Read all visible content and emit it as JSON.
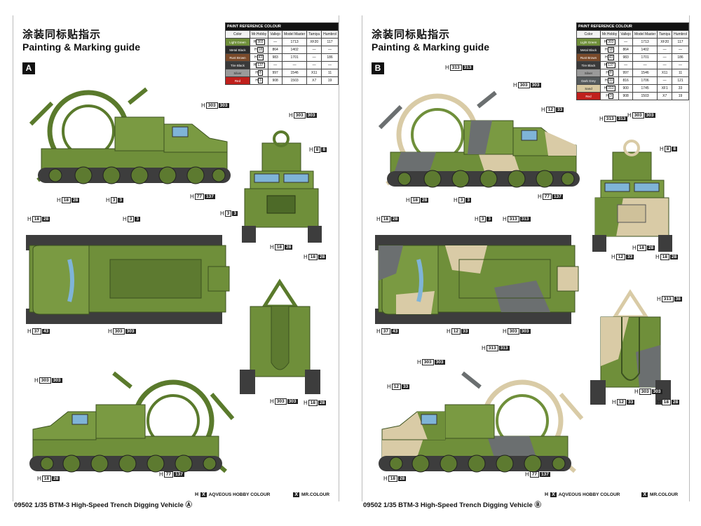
{
  "sheets": [
    {
      "title_cn": "涂装同标贴指示",
      "title_en": "Painting & Marking guide",
      "scheme": "A",
      "footer": "09502 1/35 BTM-3 High-Speed Trench Digging Vehicle",
      "footer_mark": "Ⓐ"
    },
    {
      "title_cn": "涂装同标贴指示",
      "title_en": "Painting & Marking guide",
      "scheme": "B",
      "footer": "09502 1/35 BTM-3 High-Speed Trench Digging Vehicle",
      "footer_mark": "Ⓑ"
    }
  ],
  "paint_table": {
    "header": "PAINT REFERENCE COLOUR",
    "columns": [
      "Color",
      "Mr.Hobby",
      "Vallejo",
      "Model Master",
      "Tamiya",
      "Humbrol"
    ],
    "rows_a": [
      {
        "color": "Light Green",
        "color_hex": "#6f8f3a",
        "hobby": "303",
        "vallejo": "—",
        "mm": "1713",
        "tamiya": "XF20",
        "humbrol": "117"
      },
      {
        "color": "Metal Black",
        "color_hex": "#2b2b2b",
        "hobby": "18",
        "vallejo": "864",
        "mm": "1402",
        "tamiya": "—",
        "humbrol": "—"
      },
      {
        "color": "Rust Brown",
        "color_hex": "#7a4a2a",
        "hobby": "43",
        "vallejo": "983",
        "mm": "1701",
        "tamiya": "—",
        "humbrol": "186"
      },
      {
        "color": "Tire Black",
        "color_hex": "#3a3a3a",
        "hobby": "137",
        "vallejo": "—",
        "mm": "—",
        "tamiya": "—",
        "humbrol": "—"
      },
      {
        "color": "Silver",
        "color_hex": "#9a9a9a",
        "hobby": "8",
        "vallejo": "997",
        "mm": "1546",
        "tamiya": "X11",
        "humbrol": "11"
      },
      {
        "color": "Red",
        "color_hex": "#c0201c",
        "hobby": "3",
        "vallejo": "908",
        "mm": "1503",
        "tamiya": "X7",
        "humbrol": "19"
      }
    ],
    "rows_b": [
      {
        "color": "Light Green",
        "color_hex": "#6f8f3a",
        "hobby": "303",
        "vallejo": "—",
        "mm": "1713",
        "tamiya": "XF20",
        "humbrol": "117"
      },
      {
        "color": "Metal Black",
        "color_hex": "#2b2b2b",
        "hobby": "18",
        "vallejo": "864",
        "mm": "1402",
        "tamiya": "—",
        "humbrol": "—"
      },
      {
        "color": "Rust Brown",
        "color_hex": "#7a4a2a",
        "hobby": "43",
        "vallejo": "983",
        "mm": "1701",
        "tamiya": "—",
        "humbrol": "186"
      },
      {
        "color": "Tire Black",
        "color_hex": "#3a3a3a",
        "hobby": "137",
        "vallejo": "—",
        "mm": "—",
        "tamiya": "—",
        "humbrol": "—"
      },
      {
        "color": "Silver",
        "color_hex": "#9a9a9a",
        "hobby": "8",
        "vallejo": "997",
        "mm": "1546",
        "tamiya": "X11",
        "humbrol": "11"
      },
      {
        "color": "Dark Grey",
        "color_hex": "#555a5c",
        "hobby": "33",
        "vallejo": "816",
        "mm": "1706",
        "tamiya": "—",
        "humbrol": "121"
      },
      {
        "color": "Sand",
        "color_hex": "#d8c8a0",
        "hobby": "313",
        "vallejo": "900",
        "mm": "1745",
        "tamiya": "XF1",
        "humbrol": "33"
      },
      {
        "color": "Red",
        "color_hex": "#c0201c",
        "hobby": "3",
        "vallejo": "908",
        "mm": "1503",
        "tamiya": "X7",
        "humbrol": "19"
      }
    ]
  },
  "callouts_a": {
    "c1": {
      "h": "H",
      "code": "303",
      "alt": "303"
    },
    "c2": {
      "h": "H",
      "code": "8",
      "alt": "8"
    },
    "c3": {
      "h": "H",
      "code": "18",
      "alt": "28"
    },
    "c4": {
      "h": "H",
      "code": "3",
      "alt": "3"
    },
    "c5": {
      "h": "H",
      "code": "77",
      "alt": "137"
    },
    "c6": {
      "h": "H",
      "code": "3",
      "alt": "3"
    },
    "c7": {
      "h": "H",
      "code": "18",
      "alt": "28"
    },
    "c8": {
      "h": "H",
      "code": "18",
      "alt": "28"
    },
    "c9": {
      "h": "H",
      "code": "18",
      "alt": "28"
    },
    "c10": {
      "h": "H",
      "code": "3",
      "alt": "3"
    },
    "c11": {
      "h": "H",
      "code": "37",
      "alt": "43"
    },
    "c12": {
      "h": "H",
      "code": "303",
      "alt": "303"
    },
    "c13": {
      "h": "H",
      "code": "303",
      "alt": "303"
    },
    "c14": {
      "h": "H",
      "code": "18",
      "alt": "28"
    },
    "c15": {
      "h": "H",
      "code": "303",
      "alt": "303"
    },
    "c16": {
      "h": "H",
      "code": "18",
      "alt": "28"
    },
    "c17": {
      "h": "H",
      "code": "77",
      "alt": "137"
    }
  },
  "callouts_b": {
    "c1": {
      "h": "H",
      "code": "313",
      "alt": "313"
    },
    "c2": {
      "h": "H",
      "code": "303",
      "alt": "303"
    },
    "c3": {
      "h": "H",
      "code": "12",
      "alt": "33"
    },
    "c4": {
      "h": "H",
      "code": "303",
      "alt": "303"
    },
    "c5": {
      "h": "H",
      "code": "313",
      "alt": "313"
    },
    "c6": {
      "h": "H",
      "code": "8",
      "alt": "8"
    },
    "c7": {
      "h": "H",
      "code": "18",
      "alt": "28"
    },
    "c8": {
      "h": "H",
      "code": "3",
      "alt": "3"
    },
    "c9": {
      "h": "H",
      "code": "77",
      "alt": "137"
    },
    "c10": {
      "h": "H",
      "code": "18",
      "alt": "28"
    },
    "c11": {
      "h": "H",
      "code": "3",
      "alt": "3"
    },
    "c12": {
      "h": "H",
      "code": "313",
      "alt": "313"
    },
    "c13": {
      "h": "H",
      "code": "37",
      "alt": "43"
    },
    "c14": {
      "h": "H",
      "code": "12",
      "alt": "33"
    },
    "c15": {
      "h": "H",
      "code": "303",
      "alt": "303"
    },
    "c16": {
      "h": "H",
      "code": "12",
      "alt": "33"
    },
    "c17": {
      "h": "H",
      "code": "18",
      "alt": "28"
    },
    "c18": {
      "h": "H",
      "code": "18",
      "alt": "28"
    },
    "c19": {
      "h": "H",
      "code": "313",
      "alt": "38"
    },
    "c20": {
      "h": "H",
      "code": "313",
      "alt": "313"
    },
    "c21": {
      "h": "H",
      "code": "303",
      "alt": "303"
    },
    "c22": {
      "h": "H",
      "code": "12",
      "alt": "33"
    },
    "c23": {
      "h": "H",
      "code": "303",
      "alt": "303"
    },
    "c24": {
      "h": "H",
      "code": "12",
      "alt": "33"
    },
    "c25": {
      "h": "H",
      "code": "18",
      "alt": "28"
    },
    "c26": {
      "h": "H",
      "code": "77",
      "alt": "137"
    },
    "c27": {
      "h": "H",
      "code": "18",
      "alt": "28"
    }
  },
  "brands": {
    "hx": "H",
    "hx_box": "X",
    "aqueous": "AQVEOUS HOBBY COLOUR",
    "mr_box": "X",
    "mr": "MR.COLOUR"
  },
  "colors": {
    "green": "#6f8f3a",
    "green_dark": "#4d6a28",
    "track": "#3d3d3d",
    "camo_grey": "#6b6f70",
    "camo_sand": "#d9cba6",
    "glass": "#7fb4d8"
  }
}
